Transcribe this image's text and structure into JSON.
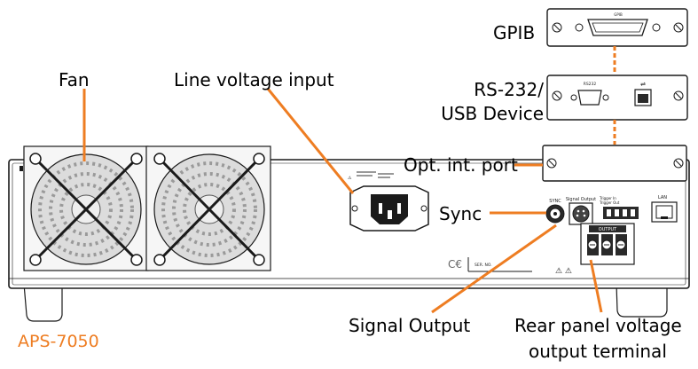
{
  "labels": {
    "gpib": "GPIB",
    "fan": "Fan",
    "line_voltage_input": "Line voltage input",
    "rs232_line1": "RS-232/",
    "rs232_line2": "USB Device",
    "opt_int_port": "Opt. int. port",
    "sync": "Sync",
    "signal_output": "Signal Output",
    "rear_terminal_line1": "Rear panel voltage",
    "rear_terminal_line2": "output terminal",
    "model": "APS-7050"
  },
  "panel_text": {
    "gpib_card": "GPIB",
    "rs232_card": "RS232",
    "sync_jack": "SYNC",
    "signal_output_jack": "Signal Output",
    "lan_jack": "LAN",
    "output_block": "OUTPUT",
    "trigger_in": "Trigger In",
    "trigger_out": "Trigger Out",
    "ser_no": "SER. NO."
  },
  "colors": {
    "accent": "#ee7d22",
    "chassis": "#ffffff",
    "outline": "#1a1a1a",
    "fan_grey": "#cfcfcf"
  }
}
